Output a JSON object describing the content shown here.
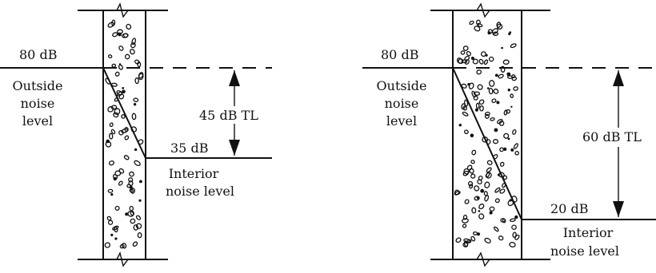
{
  "diagrams": [
    {
      "outside_db": "80 dB",
      "outside_label": [
        "Outside",
        "noise",
        "level"
      ],
      "tl_label": "45 dB TL",
      "interior_db": "35 dB",
      "interior_label": [
        "Interior",
        "noise level"
      ]
    },
    {
      "outside_db": "80 dB",
      "outside_label": [
        "Outside",
        "noise",
        "level"
      ],
      "tl_label": "60 dB TL",
      "interior_db": "20 dB",
      "interior_label": [
        "Interior",
        "noise level"
      ]
    }
  ]
}
